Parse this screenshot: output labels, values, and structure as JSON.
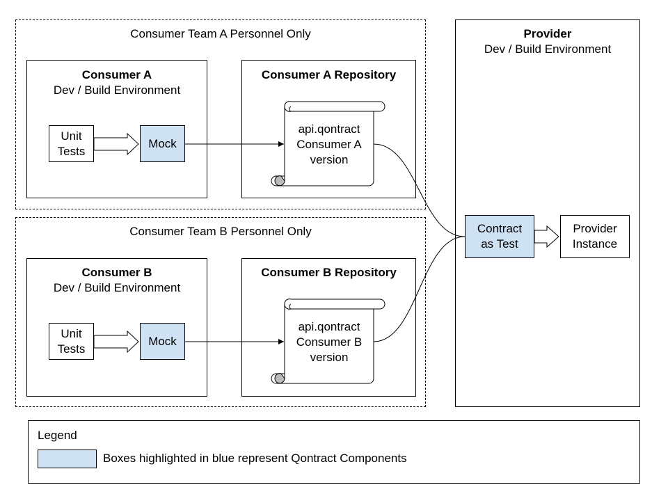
{
  "team_a": {
    "label": "Consumer Team A Personnel Only",
    "env_title": "Consumer A",
    "env_subtitle": "Dev / Build Environment",
    "unit_tests_line1": "Unit",
    "unit_tests_line2": "Tests",
    "mock": "Mock",
    "repo_title": "Consumer A Repository",
    "contract_line1": "api.qontract",
    "contract_line2": "Consumer A",
    "contract_line3": "version"
  },
  "team_b": {
    "label": "Consumer Team B Personnel Only",
    "env_title": "Consumer B",
    "env_subtitle": "Dev / Build Environment",
    "unit_tests_line1": "Unit",
    "unit_tests_line2": "Tests",
    "mock": "Mock",
    "repo_title": "Consumer B Repository",
    "contract_line1": "api.qontract",
    "contract_line2": "Consumer B",
    "contract_line3": "version"
  },
  "provider": {
    "title": "Provider",
    "subtitle": "Dev / Build Environment",
    "contract_line1": "Contract",
    "contract_line2": "as Test",
    "instance_line1": "Provider",
    "instance_line2": "Instance"
  },
  "legend": {
    "title": "Legend",
    "description": "Boxes highlighted in blue represent Qontract Components"
  },
  "colors": {
    "qontract_blue": "#cfe2f3",
    "border": "#000000"
  }
}
